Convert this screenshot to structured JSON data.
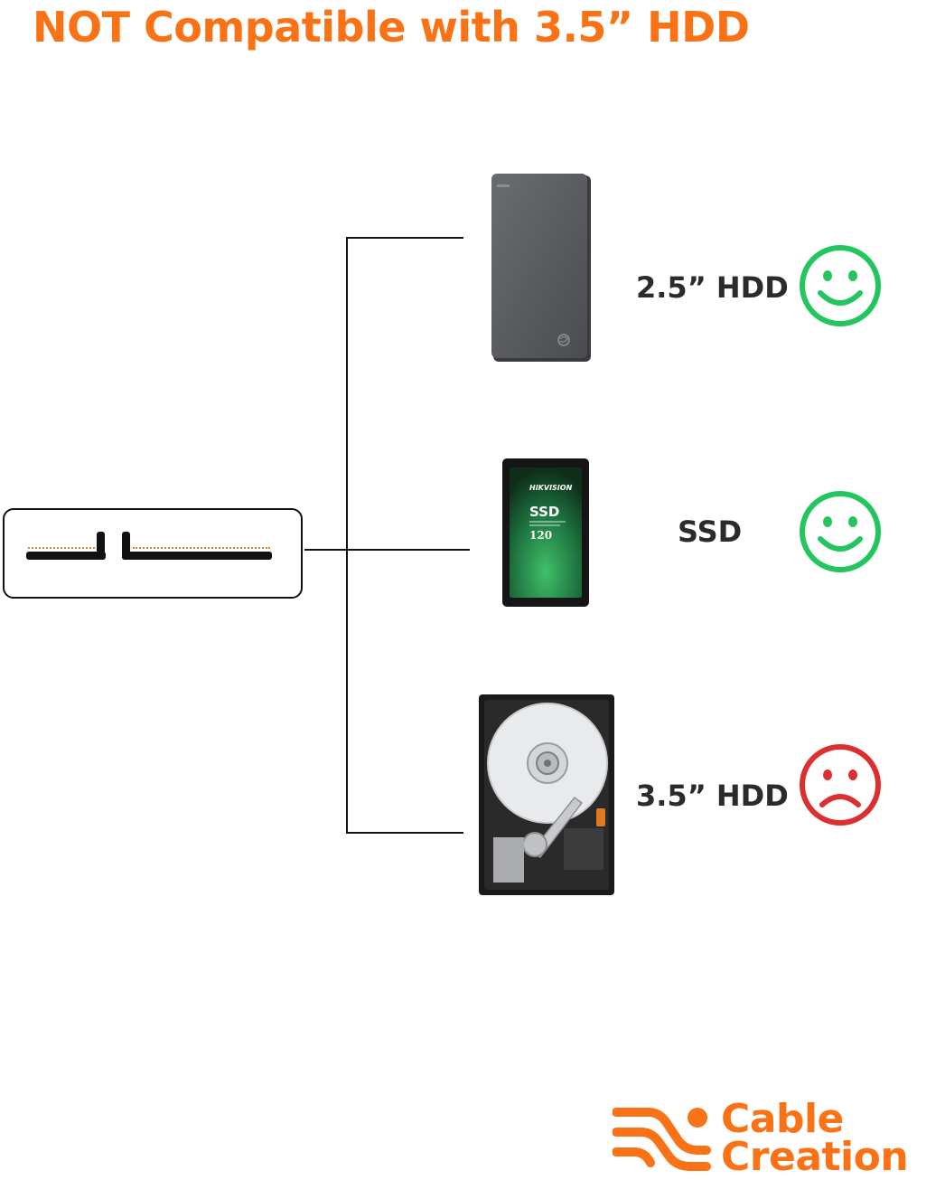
{
  "headline": "NOT Compatible with 3.5” HDD",
  "colors": {
    "accent": "#f97316",
    "ok": "#22c55e",
    "bad": "#dc3030",
    "label": "#2b2b2b"
  },
  "drives": [
    {
      "label": "2.5” HDD",
      "status": "compatible",
      "face_icon": "smiley-face-icon"
    },
    {
      "label": "SSD",
      "status": "compatible",
      "face_icon": "smiley-face-icon",
      "case_text": {
        "brand": "HIKVISION",
        "model": "SSD",
        "capacity": "120"
      }
    },
    {
      "label": "3.5” HDD",
      "status": "incompatible",
      "face_icon": "sad-face-icon"
    }
  ],
  "brand": {
    "line1": "Cable",
    "line2": "Creation"
  }
}
